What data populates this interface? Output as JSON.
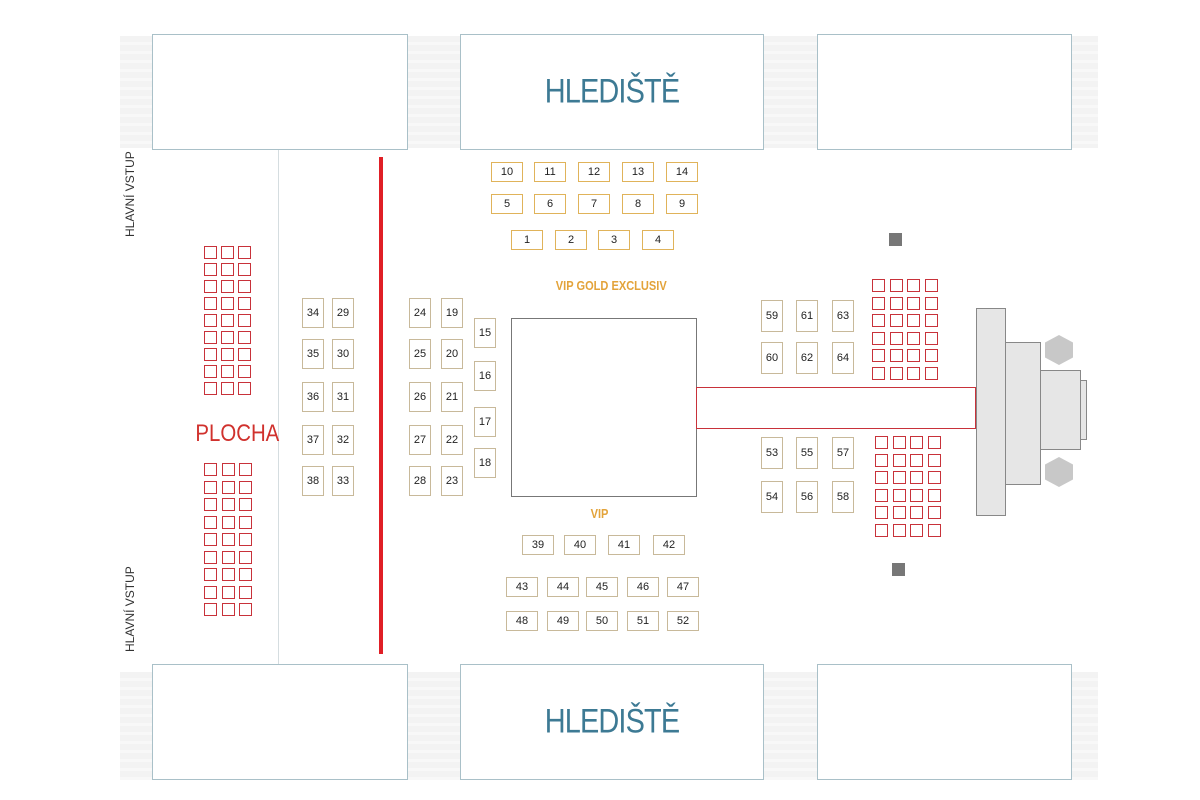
{
  "labels": {
    "auditorium_top": "HLEDIŠTĚ",
    "auditorium_bottom": "HLEDIŠTĚ",
    "entry_top": "HLAVNÍ VSTUP",
    "entry_bottom": "HLAVNÍ VSTUP",
    "floor": "PLOCHA",
    "vip_gold": "VIP GOLD EXCLUSIV",
    "vip": "VIP"
  },
  "colors": {
    "accent_red": "#d0312d",
    "gold": "#e3a33a",
    "stand_text": "#3d7a94"
  },
  "tables_gold": [
    "10",
    "11",
    "12",
    "13",
    "14",
    "5",
    "6",
    "7",
    "8",
    "9",
    "1",
    "2",
    "3",
    "4"
  ],
  "tables_left": [
    "34",
    "29",
    "35",
    "30",
    "36",
    "31",
    "37",
    "32",
    "38",
    "33"
  ],
  "tables_mid": [
    "24",
    "19",
    "25",
    "20",
    "26",
    "21",
    "27",
    "22",
    "28",
    "23"
  ],
  "tables_side": [
    "15",
    "16",
    "17",
    "18"
  ],
  "tables_vip": [
    "39",
    "40",
    "41",
    "42",
    "43",
    "44",
    "45",
    "46",
    "47",
    "48",
    "49",
    "50",
    "51",
    "52"
  ],
  "tables_right": [
    "59",
    "61",
    "63",
    "60",
    "62",
    "64",
    "53",
    "55",
    "57",
    "54",
    "56",
    "58"
  ]
}
